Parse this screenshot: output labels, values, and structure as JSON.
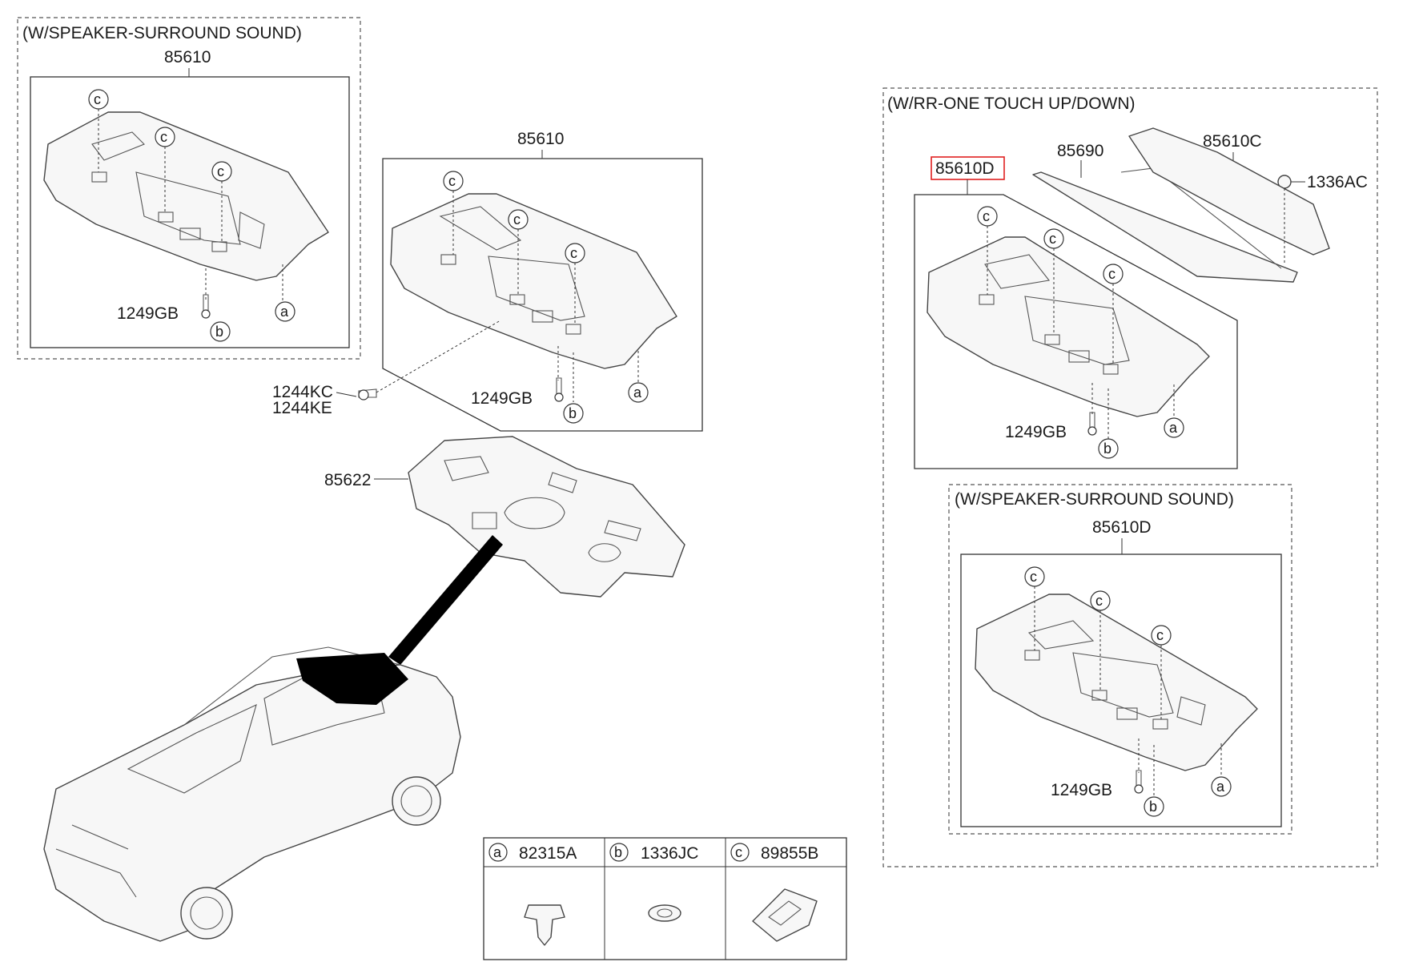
{
  "groups": {
    "speaker_left": "(W/SPEAKER-SURROUND SOUND)",
    "one_touch": "(W/RR-ONE TOUCH UP/DOWN)",
    "speaker_right": "(W/SPEAKER-SURROUND SOUND)"
  },
  "parts": {
    "p85610_a": "85610",
    "p85610_b": "85610",
    "p85610D_sel": "85610D",
    "p85610D_b": "85610D",
    "p85690": "85690",
    "p85610C": "85610C",
    "p1336AC": "1336AC",
    "p85622": "85622",
    "p1244KC": "1244KC",
    "p1244KE": "1244KE",
    "p1249GB_1": "1249GB",
    "p1249GB_2": "1249GB",
    "p1249GB_3": "1249GB",
    "p1249GB_4": "1249GB"
  },
  "callouts": {
    "a": "a",
    "b": "b",
    "c": "c"
  },
  "legend": {
    "a_part": "82315A",
    "b_part": "1336JC",
    "c_part": "89855B"
  },
  "colors": {
    "selected_border": "#e02020",
    "line": "#333333",
    "car_shade": "#000000"
  }
}
